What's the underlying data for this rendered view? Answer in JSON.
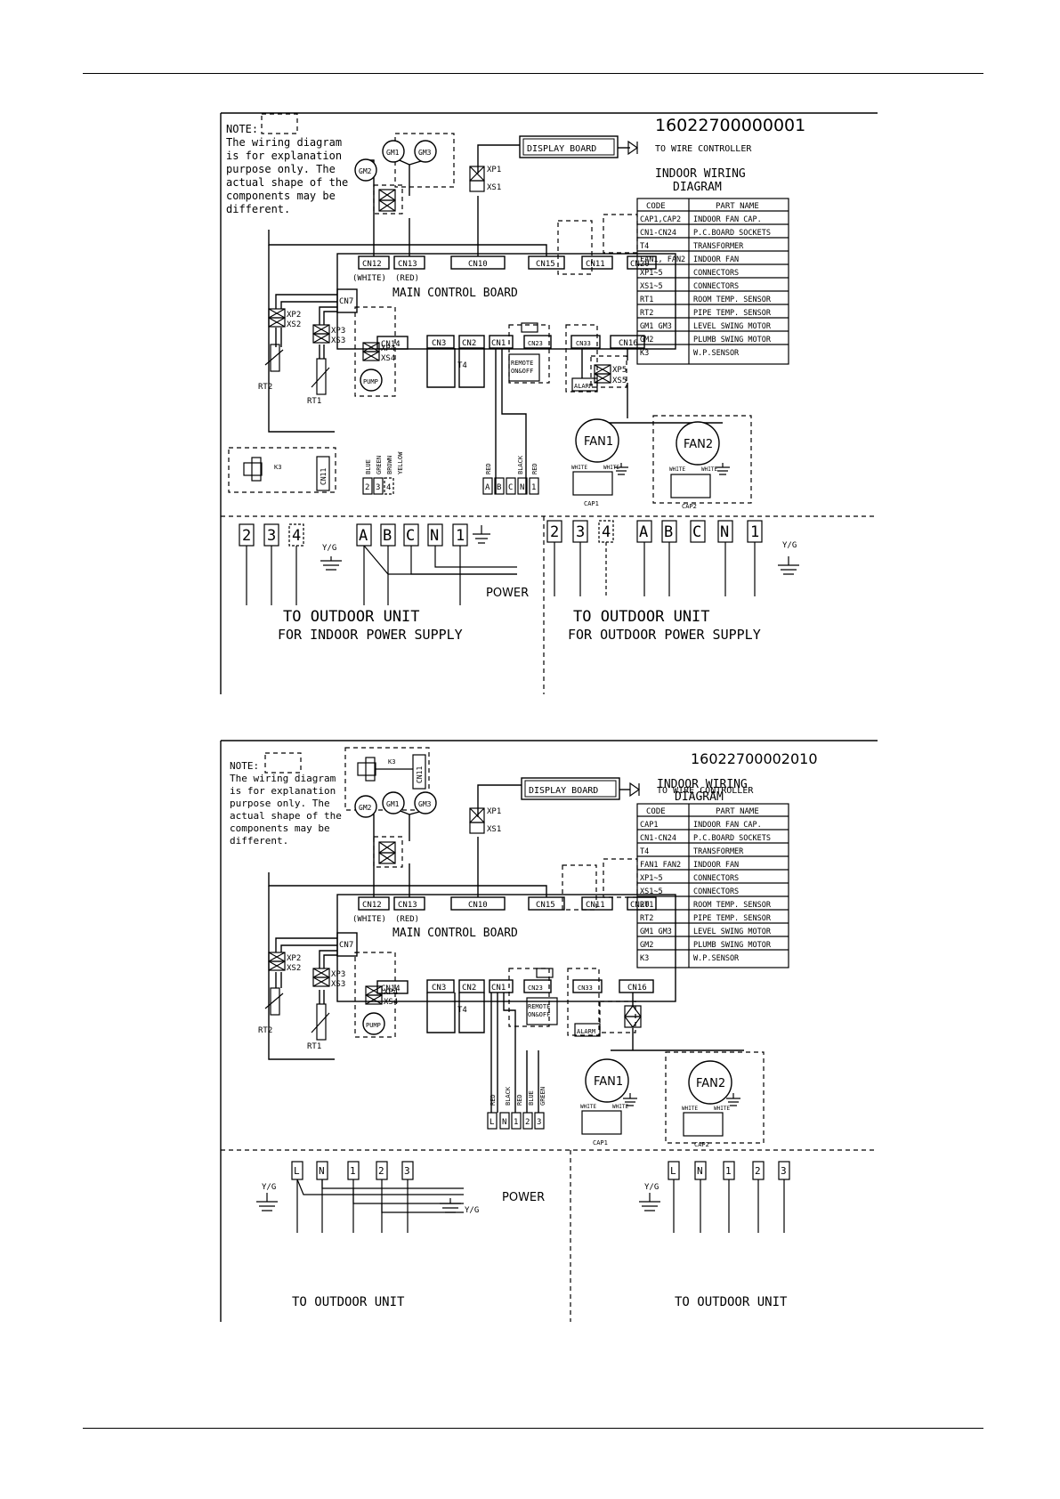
{
  "diagram1": {
    "code": "16022700000001",
    "note": [
      "NOTE:",
      "The wiring diagram",
      "is for explanation",
      "purpose only. The",
      "actual shape of the",
      "components may be",
      "different."
    ],
    "display_board": "DISPLAY BOARD",
    "to_wire_controller": "TO WIRE CONTROLLER",
    "title": [
      "INDOOR WIRING",
      "DIAGRAM"
    ],
    "table_header": [
      "CODE",
      "PART NAME"
    ],
    "table_rows": [
      [
        "CAP1,CAP2",
        "INDOOR FAN CAP."
      ],
      [
        "CN1-CN24",
        "P.C.BOARD SOCKETS"
      ],
      [
        "T4",
        "TRANSFORMER"
      ],
      [
        "FAN1, FAN2",
        "INDOOR FAN"
      ],
      [
        "XP1~5",
        "CONNECTORS"
      ],
      [
        "XS1~5",
        "CONNECTORS"
      ],
      [
        "RT1",
        "ROOM TEMP. SENSOR"
      ],
      [
        "RT2",
        "PIPE TEMP. SENSOR"
      ],
      [
        "GM1 GM3",
        "LEVEL SWING MOTOR"
      ],
      [
        "GM2",
        "PLUMB SWING MOTOR"
      ],
      [
        "K3",
        "W.P.SENSOR"
      ]
    ],
    "main_board": "MAIN CONTROL BOARD",
    "top_connectors": [
      "CN12",
      "CN13",
      "CN10",
      "CN15",
      "CN11",
      "CN20"
    ],
    "cn12_color": "(WHITE)",
    "cn13_color": "(RED)",
    "bottom_connectors": [
      "CN14",
      "CN3",
      "CN2",
      "CN1",
      "CN23",
      "CN33",
      "CN16"
    ],
    "cn7": "CN7",
    "motors": [
      "GM1",
      "GM3",
      "GM2"
    ],
    "xp1": "XP1",
    "xs1": "XS1",
    "xp2": "XP2",
    "xs2": "XS2",
    "xp3": "XP3",
    "xs3": "XS3",
    "xp4": "XP4",
    "xs4": "XS4",
    "xp5": "XP5",
    "xs5": "XS5",
    "rt1": "RT1",
    "rt2": "RT2",
    "t4": "T4",
    "pump": "PUMP",
    "remote": [
      "REMOTE",
      "ON&OFF"
    ],
    "alarm": "ALARM",
    "fan1": "FAN1",
    "fan2": "FAN2",
    "cap1": "CAP1",
    "cap2": "CAP2",
    "white": "WHITE",
    "k3": "K3",
    "cn11_sensor": "CN11",
    "wire_colors_left": [
      "BLUE",
      "GREEN",
      "BROWN",
      "YELLOW"
    ],
    "wire_colors_right": [
      "RED",
      "BLACK",
      "RED"
    ],
    "small_terms_left": [
      "2",
      "3",
      "4"
    ],
    "small_terms_right": [
      "A",
      "B",
      "C",
      "N",
      "1"
    ],
    "terms_left": [
      "2",
      "3",
      "4",
      "A",
      "B",
      "C",
      "N",
      "1"
    ],
    "terms_right": [
      "2",
      "3",
      "4",
      "A",
      "B",
      "C",
      "N",
      "1"
    ],
    "yg": "Y/G",
    "power": "POWER",
    "to_outdoor_left": "TO OUTDOOR UNIT",
    "sub_left": "FOR INDOOR POWER SUPPLY",
    "to_outdoor_right": "TO OUTDOOR UNIT",
    "sub_right": "FOR OUTDOOR POWER SUPPLY"
  },
  "diagram2": {
    "code": "16022700002010",
    "note": [
      "NOTE:",
      "The wiring diagram",
      "is for explanation",
      "purpose only. The",
      "actual shape of the",
      "components may be",
      "different."
    ],
    "display_board": "DISPLAY BOARD",
    "to_wire_controller": "TO WIRE CONTROLLER",
    "title": [
      "INDOOR WIRING",
      "DIAGRAM"
    ],
    "table_header": [
      "CODE",
      "PART NAME"
    ],
    "table_rows": [
      [
        "CAP1",
        "INDOOR FAN CAP."
      ],
      [
        "CN1-CN24",
        "P.C.BOARD SOCKETS"
      ],
      [
        "T4",
        "TRANSFORMER"
      ],
      [
        "FAN1 FAN2",
        "INDOOR FAN"
      ],
      [
        "XP1~5",
        "CONNECTORS"
      ],
      [
        "XS1~5",
        "CONNECTORS"
      ],
      [
        "RT1",
        "ROOM TEMP. SENSOR"
      ],
      [
        "RT2",
        "PIPE TEMP. SENSOR"
      ],
      [
        "GM1 GM3",
        "LEVEL SWING MOTOR"
      ],
      [
        "GM2",
        "PLUMB SWING MOTOR"
      ],
      [
        "K3",
        "W.P.SENSOR"
      ]
    ],
    "main_board": "MAIN CONTROL BOARD",
    "top_connectors": [
      "CN12",
      "CN13",
      "CN10",
      "CN15",
      "CN11",
      "CN20"
    ],
    "cn12_color": "(WHITE)",
    "cn13_color": "(RED)",
    "bottom_connectors": [
      "CN14",
      "CN3",
      "CN2",
      "CN1",
      "CN23",
      "CN33",
      "CN16"
    ],
    "cn7": "CN7",
    "motors": [
      "GM1",
      "GM3",
      "GM2"
    ],
    "xp1": "XP1",
    "xs1": "XS1",
    "xp2": "XP2",
    "xs2": "XS2",
    "xp3": "XP3",
    "xs3": "XS3",
    "xp4": "XP4",
    "xs4": "XS4",
    "rt1": "RT1",
    "rt2": "RT2",
    "t4": "T4",
    "pump": "PUMP",
    "remote": [
      "REMOTE",
      "ON&OFF"
    ],
    "alarm": "ALARM",
    "fan1": "FAN1",
    "fan2": "FAN2",
    "cap1": "CAP1",
    "cap2": "CAP2",
    "white": "WHITE",
    "k3": "K3",
    "cn11_sensor": "CN11",
    "wire_colors": [
      "RED",
      "BLACK",
      "RED",
      "BLUE",
      "GREEN"
    ],
    "small_terms": [
      "L",
      "N",
      "1",
      "2",
      "3"
    ],
    "terms_left": [
      "L",
      "N",
      "1",
      "2",
      "3"
    ],
    "terms_right": [
      "L",
      "N",
      "1",
      "2",
      "3"
    ],
    "yg": "Y/G",
    "power": "POWER",
    "to_outdoor_left": "TO OUTDOOR UNIT",
    "to_outdoor_right": "TO OUTDOOR UNIT"
  }
}
